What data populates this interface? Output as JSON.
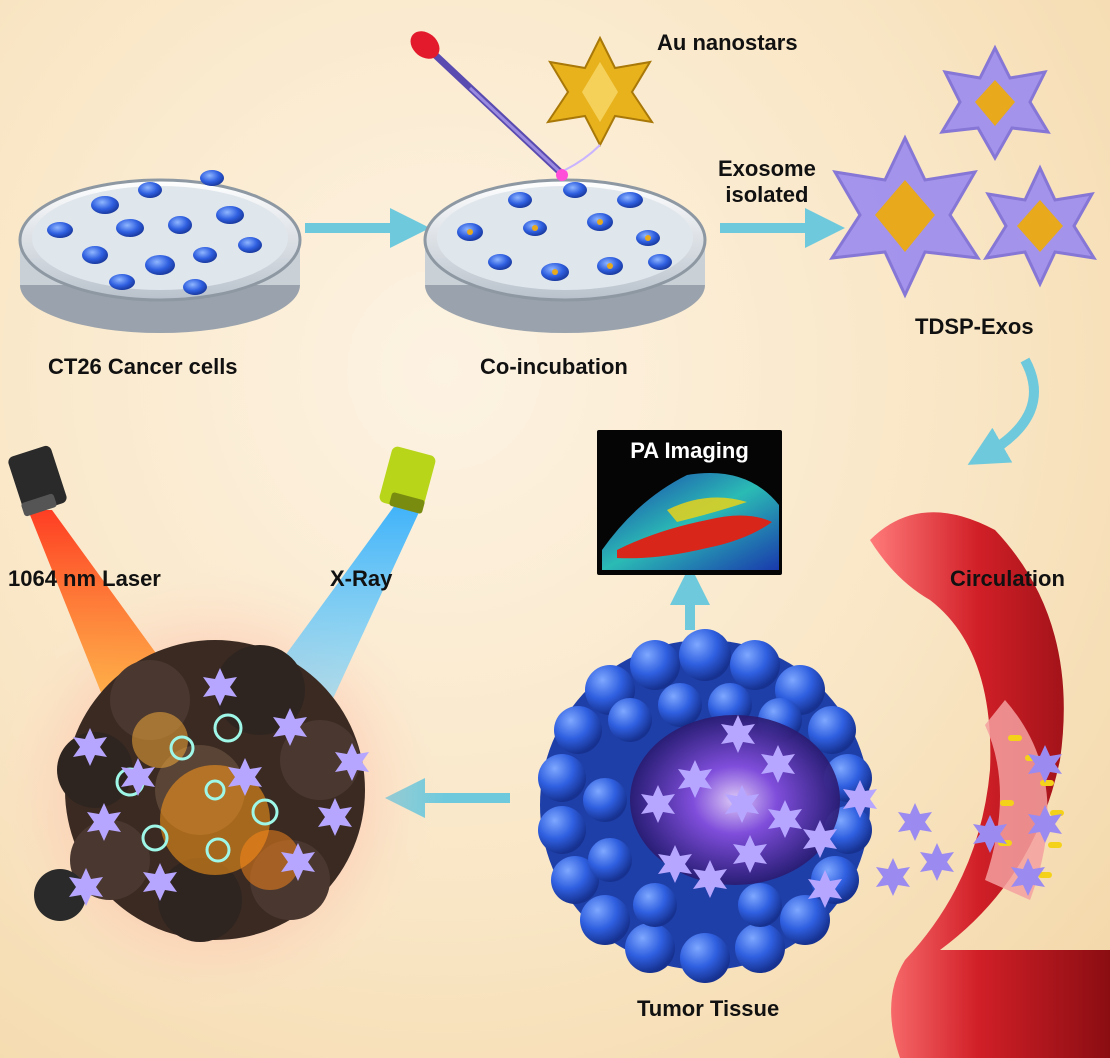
{
  "labels": {
    "au_nanostars": "Au nanostars",
    "exosome_isolated_line1": "Exosome",
    "exosome_isolated_line2": "isolated",
    "ct26": "CT26 Cancer cells",
    "coincubation": "Co-incubation",
    "tdsp_exos": "TDSP-Exos",
    "pa_imaging": "PA Imaging",
    "laser": "1064 nm Laser",
    "xray": "X-Ray",
    "circulation": "Circulation",
    "tumor_tissue": "Tumor Tissue"
  },
  "colors": {
    "arrow": "#6ec9dc",
    "cell_blue": "#2f5fe0",
    "gold": "#e8a91c",
    "exosome_purple": "#9b8bf0",
    "laser_red": "#ff3a1a",
    "xray_blue": "#2fb6ff",
    "vessel_red": "#c01a1f"
  }
}
